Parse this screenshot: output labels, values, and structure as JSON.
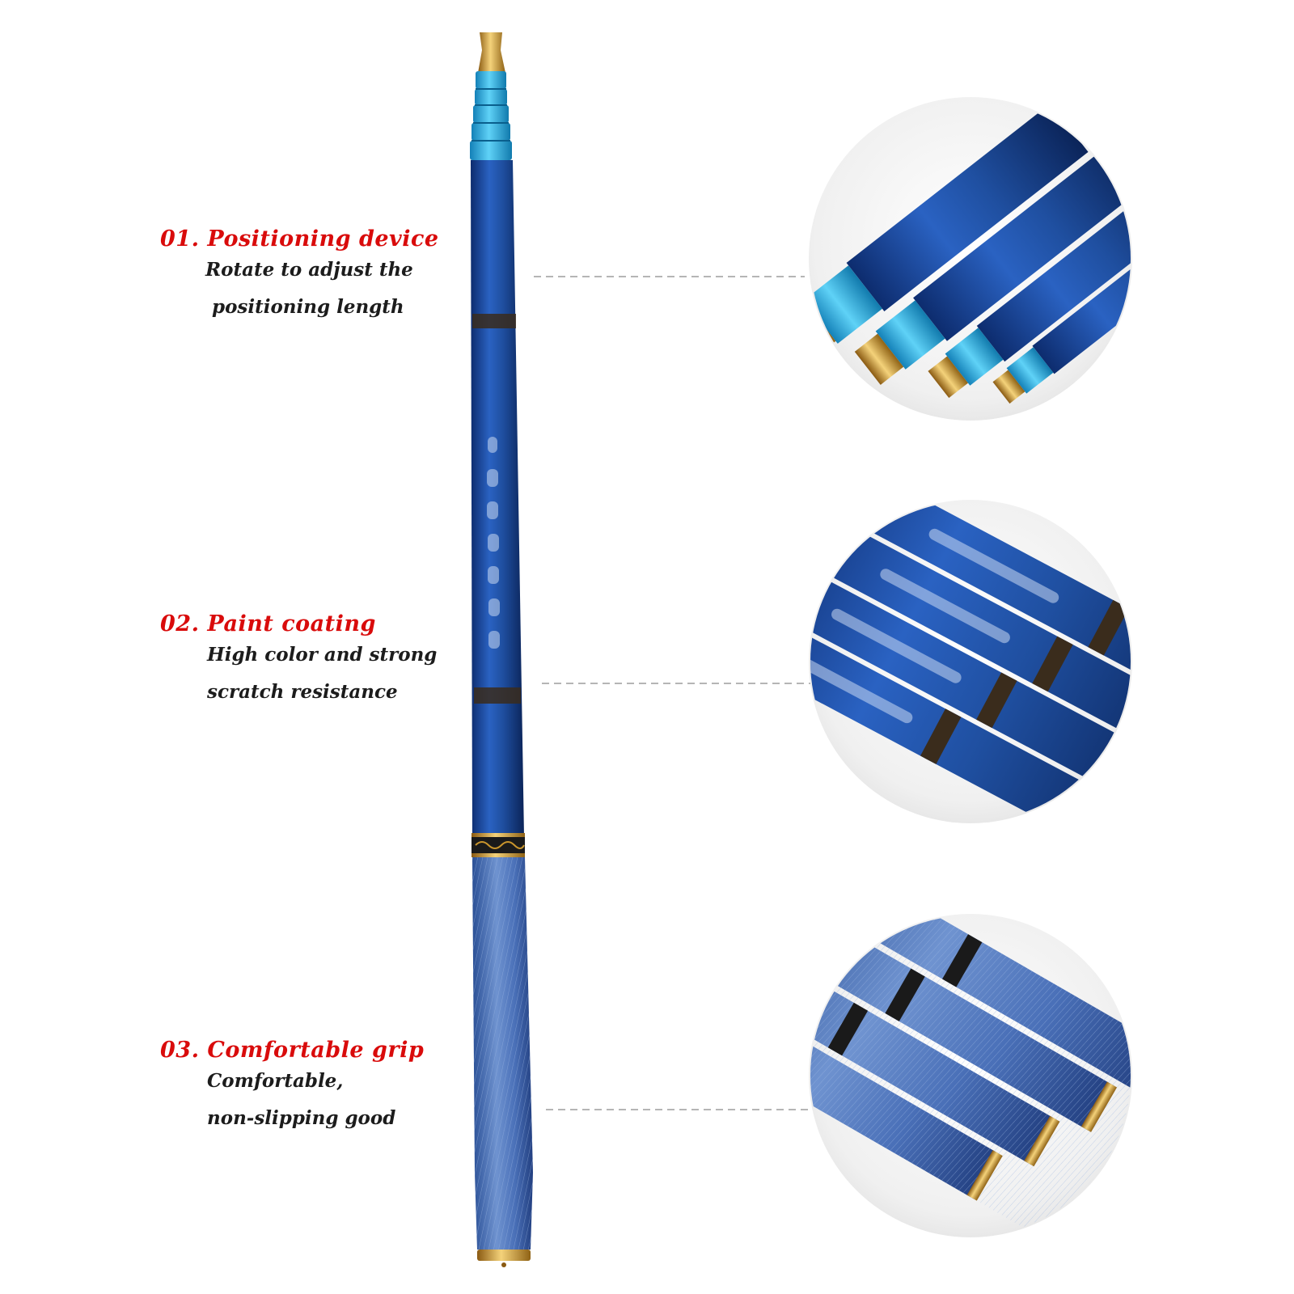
{
  "colors": {
    "heading_red": "#d90b0b",
    "description_text": "#1c1c1c",
    "rod_blue": "#1f4fa0",
    "rod_tip_cyan": "#35b7e8",
    "ferrule_gold": "#c9952c",
    "leader_line": "#b5b5b5"
  },
  "features": [
    {
      "heading": "01. Positioning device",
      "description": [
        "Rotate to adjust the",
        "positioning length"
      ],
      "detail_image": "positioning-device-closeup"
    },
    {
      "heading": "02. Paint coating",
      "description": [
        "High color and strong",
        "scratch resistance"
      ],
      "detail_image": "paint-coating-closeup"
    },
    {
      "heading": "03. Comfortable grip",
      "description": [
        "Comfortable,",
        "non-slipping good"
      ],
      "detail_image": "grip-closeup"
    }
  ]
}
